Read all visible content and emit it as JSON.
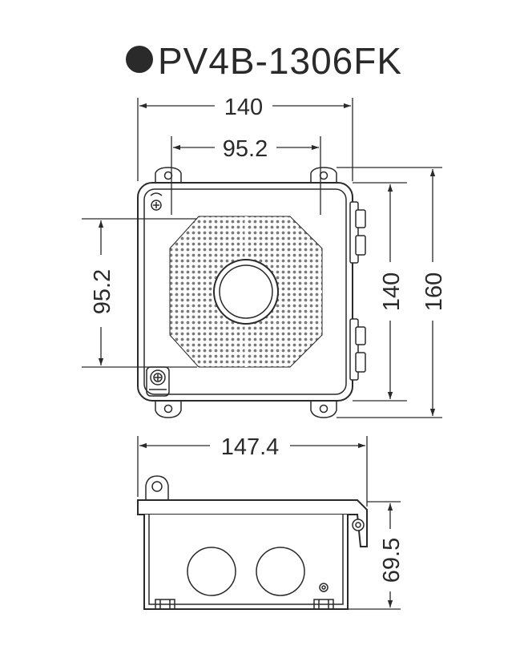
{
  "title": {
    "model": "PV4B-1306FK"
  },
  "front_view": {
    "dim_width": "140",
    "dim_grille_width": "95.2",
    "dim_grille_height": "95.2",
    "dim_height_inner": "140",
    "dim_height_outer": "160"
  },
  "side_view": {
    "dim_width": "147.4",
    "dim_height": "69.5"
  },
  "colors": {
    "line": "#2a2a2a",
    "grille_dot": "#7a7a7a",
    "background": "#ffffff"
  }
}
